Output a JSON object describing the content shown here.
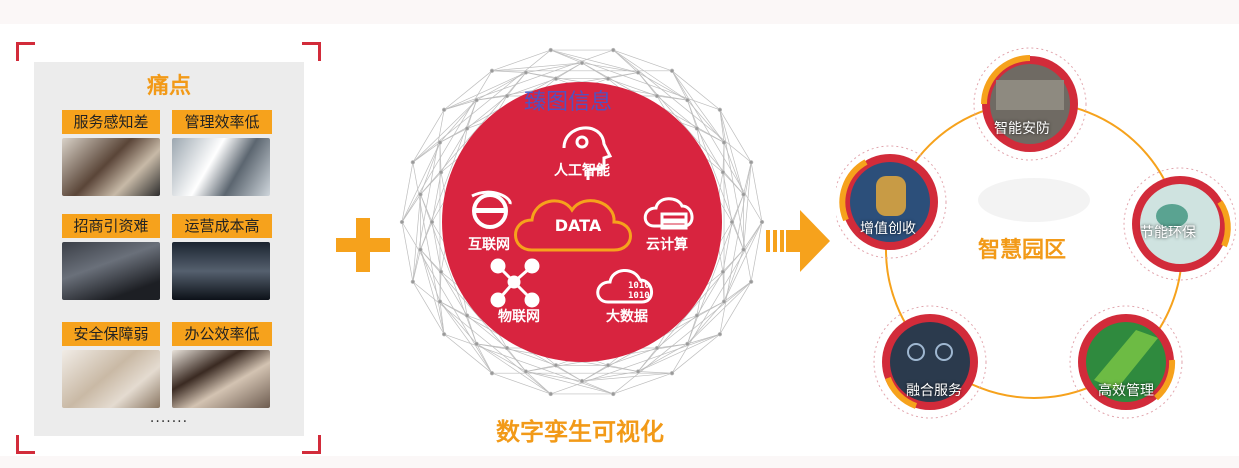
{
  "pain_panel": {
    "title": "痛点",
    "tags": [
      "服务感知差",
      "管理效率低",
      "招商引资难",
      "运营成本高",
      "安全保障弱",
      "办公效率低"
    ],
    "more": "·······"
  },
  "center": {
    "watermark": "臻图信息",
    "cloud_label": "DATA",
    "items": {
      "ai": "人工智能",
      "internet": "互联网",
      "cloud": "云计算",
      "iot": "物联网",
      "bigdata": "大数据"
    },
    "bigdata_icon_text": [
      "1010",
      "1010"
    ],
    "title": "数字孪生可视化"
  },
  "park": {
    "title": "智慧园区",
    "nodes": {
      "security": "智能安防",
      "value": "增值创收",
      "eco": "节能环保",
      "service": "融合服务",
      "management": "高效管理"
    }
  },
  "colors": {
    "accent_orange": "#f6a21c",
    "brand_red": "#d22b3a",
    "sphere_red": "#d8243f"
  }
}
